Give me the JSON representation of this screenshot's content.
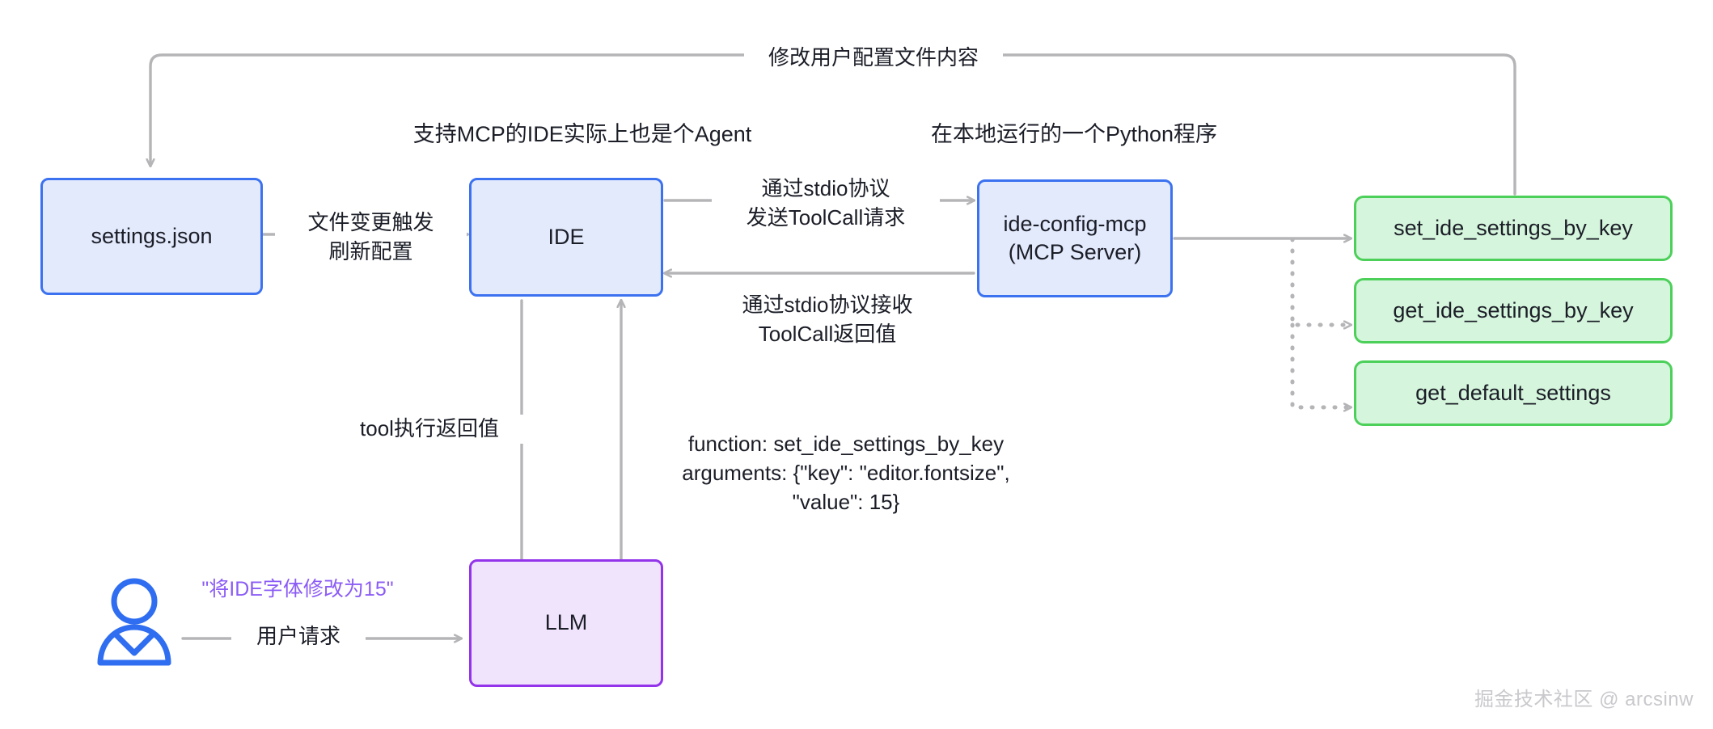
{
  "diagram": {
    "title_flow": "MCP IDE configuration flow",
    "background": "#ffffff",
    "colors": {
      "blue_fill": "#e3eafc",
      "blue_border": "#3c72f0",
      "green_fill": "#d5f5dc",
      "green_border": "#4cd05a",
      "purple_fill": "#f0e4fc",
      "purple_border": "#9333ea",
      "edge": "#b5b5b8",
      "quote_text": "#8b5cf6",
      "body_text": "#1b1d27",
      "watermark_text": "#c9c9cd"
    }
  },
  "nodes": {
    "settings_json": "settings.json",
    "ide": "IDE",
    "mcp_server": "ide-config-mcp\n(MCP Server)",
    "tool_set": "set_ide_settings_by_key",
    "tool_get": "get_ide_settings_by_key",
    "tool_default": "get_default_settings",
    "llm": "LLM"
  },
  "notes": {
    "ide_note": "支持MCP的IDE实际上也是个Agent",
    "mcp_note": "在本地运行的一个Python程序"
  },
  "edge_labels": {
    "top_loop": "修改用户配置文件内容",
    "settings_to_ide": "文件变更触发\n刷新配置",
    "ide_to_mcp": "通过stdio协议\n发送ToolCall请求",
    "mcp_to_ide": "通过stdio协议接收\nToolCall返回值",
    "ide_to_llm": "tool执行返回值",
    "llm_to_ide": "function: set_ide_settings_by_key\narguments: {\"key\": \"editor.fontsize\",\n\"value\": 15}",
    "user_quote": "\"将IDE字体修改为15\"",
    "user_to_llm": "用户请求"
  },
  "watermark": "掘金技术社区 @ arcsinw"
}
